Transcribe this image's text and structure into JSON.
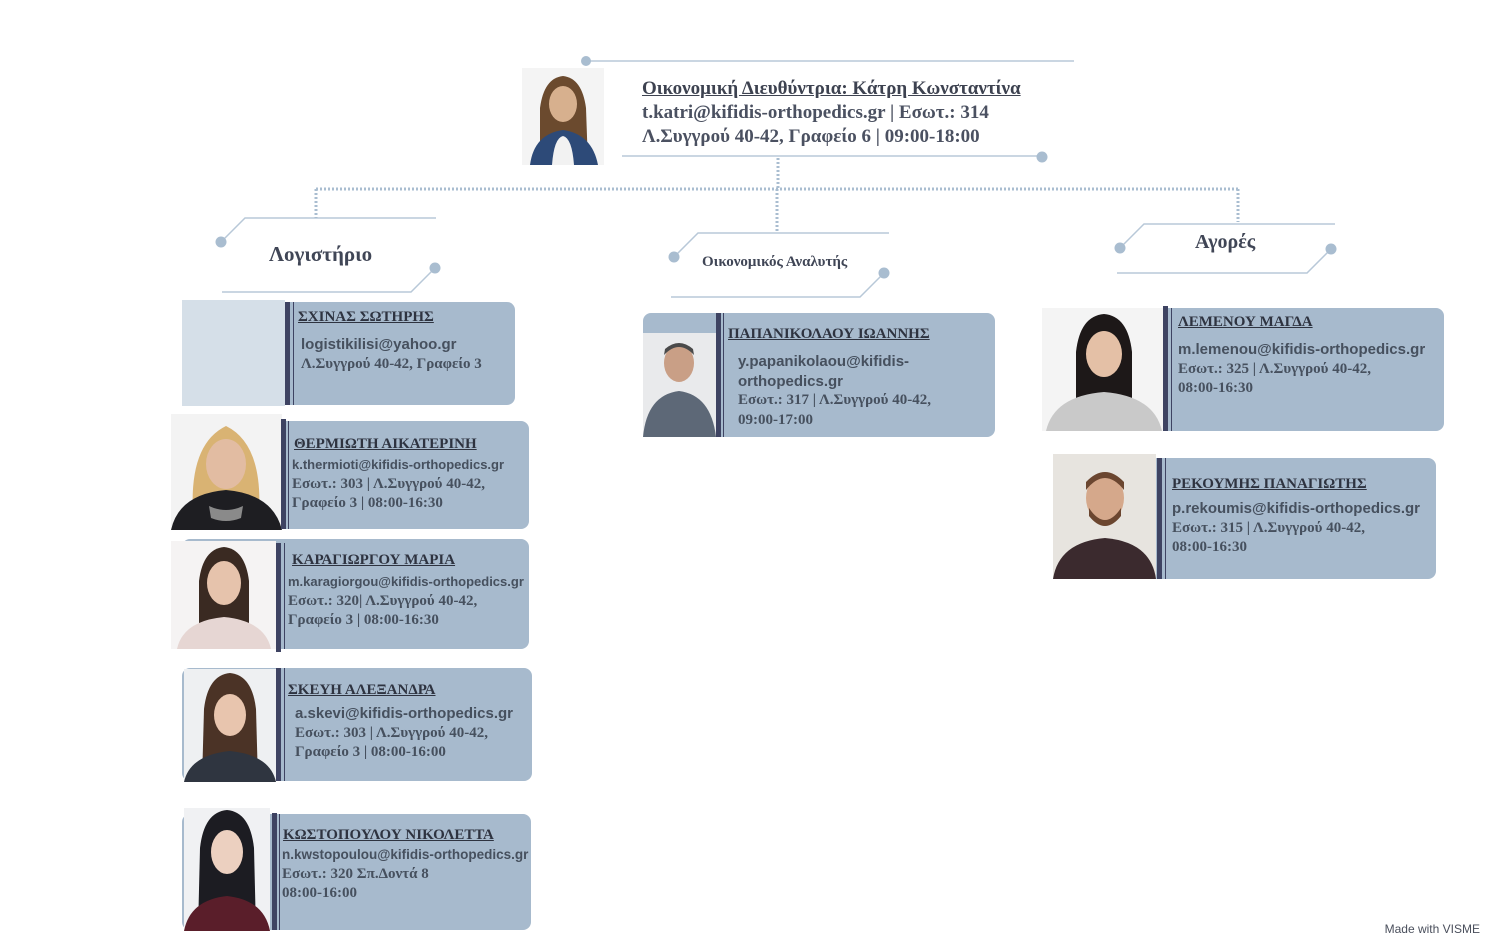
{
  "director": {
    "title": "Οικονομική Διευθύντρια: Κάτρη Κωνσταντίνα",
    "line1": "t.katri@kifidis-orthopedics.gr | Εσωτ.: 314",
    "line2": "Λ.Συγγρού 40-42, Γραφείο 6 | 09:00-18:00"
  },
  "departments": {
    "accounting": "Λογιστήριο",
    "analyst": "Οικονομικός Αναλυτής",
    "purchases": "Αγορές"
  },
  "people": {
    "sxinas": {
      "name": "ΣΧΙΝΑΣ ΣΩΤΗΡΗΣ",
      "l1": "logistikilisi@yahoo.gr",
      "l2": "Λ.Συγγρού 40-42, Γραφείο 3"
    },
    "thermioti": {
      "name": "ΘΕΡΜΙΩΤΗ ΑΙΚΑΤΕΡΙΝΗ",
      "l1": "k.thermioti@kifidis-orthopedics.gr",
      "l2": "Εσωτ.: 303 | Λ.Συγγρού 40-42,",
      "l3": "Γραφείο 3 | 08:00-16:30"
    },
    "karagiorgou": {
      "name": "ΚΑΡΑΓΙΩΡΓΟΥ ΜΑΡΙΑ",
      "l1": "m.karagiorgou@kifidis-orthopedics.gr",
      "l2": "Εσωτ.: 320| Λ.Συγγρού 40-42,",
      "l3": "Γραφείο 3 | 08:00-16:30"
    },
    "skevi": {
      "name": "ΣΚΕΥΗ ΑΛΕΞΑΝΔΡΑ",
      "l1": "a.skevi@kifidis-orthopedics.gr",
      "l2": "Εσωτ.: 303 | Λ.Συγγρού 40-42,",
      "l3": "Γραφείο 3 | 08:00-16:00"
    },
    "kostopoulou": {
      "name": "ΚΩΣΤΟΠΟΥΛΟΥ ΝΙΚΟΛΕΤΤΑ ",
      "l1": "n.kwstopoulou@kifidis-orthopedics.gr",
      "l2": "Εσωτ.: 320 Σπ.Δοντά 8",
      "l3": " 08:00-16:00"
    },
    "papanikolaou": {
      "name": "ΠΑΠΑΝΙΚΟΛΑΟΥ ΙΩΑΝΝΗΣ ",
      "l1": "y.papanikolaou@kifidis-",
      "l2": "orthopedics.gr",
      "l3": "Εσωτ.: 317 | Λ.Συγγρού 40-42,",
      "l4": " 09:00-17:00"
    },
    "lemenou": {
      "name": "ΛΕΜΕΝΟΥ ΜΑΓΔΑ",
      "l1": "m.lemenou@kifidis-orthopedics.gr",
      "l2": "Εσωτ.: 325 | Λ.Συγγρού 40-42,",
      "l3": "08:00-16:30"
    },
    "rekoumis": {
      "name": "ΡΕΚΟΥΜΗΣ ΠΑΝΑΓΙΩΤΗΣ ",
      "l1": "p.rekoumis@kifidis-orthopedics.gr",
      "l2": "Εσωτ.: 315 | Λ.Συγγρού 40-42,",
      "l3": "08:00-16:30"
    }
  },
  "footer": {
    "credit": "Made with VISME"
  },
  "colors": {
    "card": "#a7bacd",
    "bar": "#3e4362",
    "connector": "#a9bdd0",
    "text": "#444a56"
  }
}
